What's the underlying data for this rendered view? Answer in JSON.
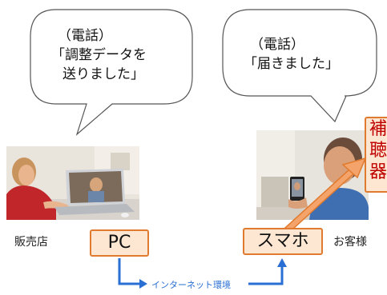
{
  "bubbles": {
    "left": {
      "lines": [
        "（電話）",
        "「調整データを",
        "送りました」"
      ]
    },
    "right": {
      "lines": [
        "（電話）",
        "「届きました」"
      ]
    }
  },
  "labels": {
    "shop": "販売店",
    "customer": "お客様"
  },
  "devices": {
    "pc": "PC",
    "smartphone": "スマホ",
    "hearing_aid": [
      "補",
      "聴",
      "器"
    ]
  },
  "network": {
    "label": "インターネット環境"
  },
  "colors": {
    "box_fill": "#fde7d3",
    "box_border": "#e07a2e",
    "hearing_text": "#c00000",
    "network_line": "#2a6fd3",
    "arrow": "#f4a46a"
  }
}
